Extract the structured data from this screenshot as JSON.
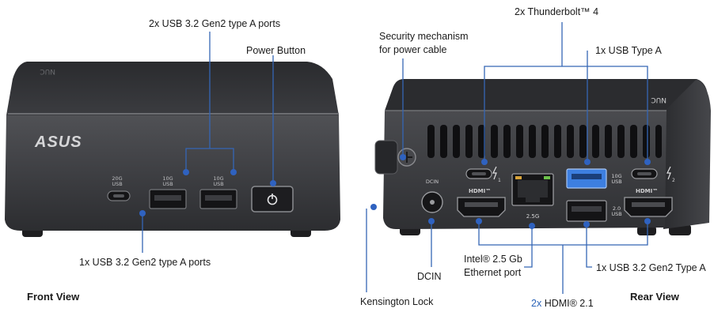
{
  "labels": {
    "front_usb_top": "2x USB 3.2 Gen2 type A ports",
    "power_button": "Power Button",
    "front_usb_bottom": "1x USB 3.2 Gen2 type A ports",
    "front_view": "Front View",
    "security_line1": "Security mechanism",
    "security_line2": "for power cable",
    "thunderbolt": "2x Thunderbolt™ 4",
    "usb_type_a": "1x  USB Type A",
    "kensington": "Kensington Lock",
    "dcin": "DCIN",
    "ethernet_line1": "Intel® 2.5 Gb",
    "ethernet_line2": "Ethernet port",
    "hdmi_prefix": "2x",
    "hdmi_suffix": "HDMI® 2.1",
    "rear_usb_gen2": "1x USB 3.2 Gen2 Type A",
    "rear_view": "Rear View"
  },
  "device_markings": {
    "brand": "ASUS",
    "front_port_20g": "20G",
    "front_port_usb": "USB",
    "front_port_10g_1": "10G",
    "front_port_10g_2": "10G",
    "rear_dcin": "DCIN",
    "rear_hdmi_1": "HDMI™",
    "rear_hdmi_2": "HDMI™",
    "rear_ethernet_speed": "2.5G",
    "rear_usb_10g": "10G",
    "rear_usb_2": "2.0",
    "rear_tb_1": "1",
    "rear_tb_2": "2"
  },
  "colors": {
    "accent": "#2f62c0",
    "usb_blue": "#3d7fe0",
    "chassis": "#3c3d40"
  }
}
